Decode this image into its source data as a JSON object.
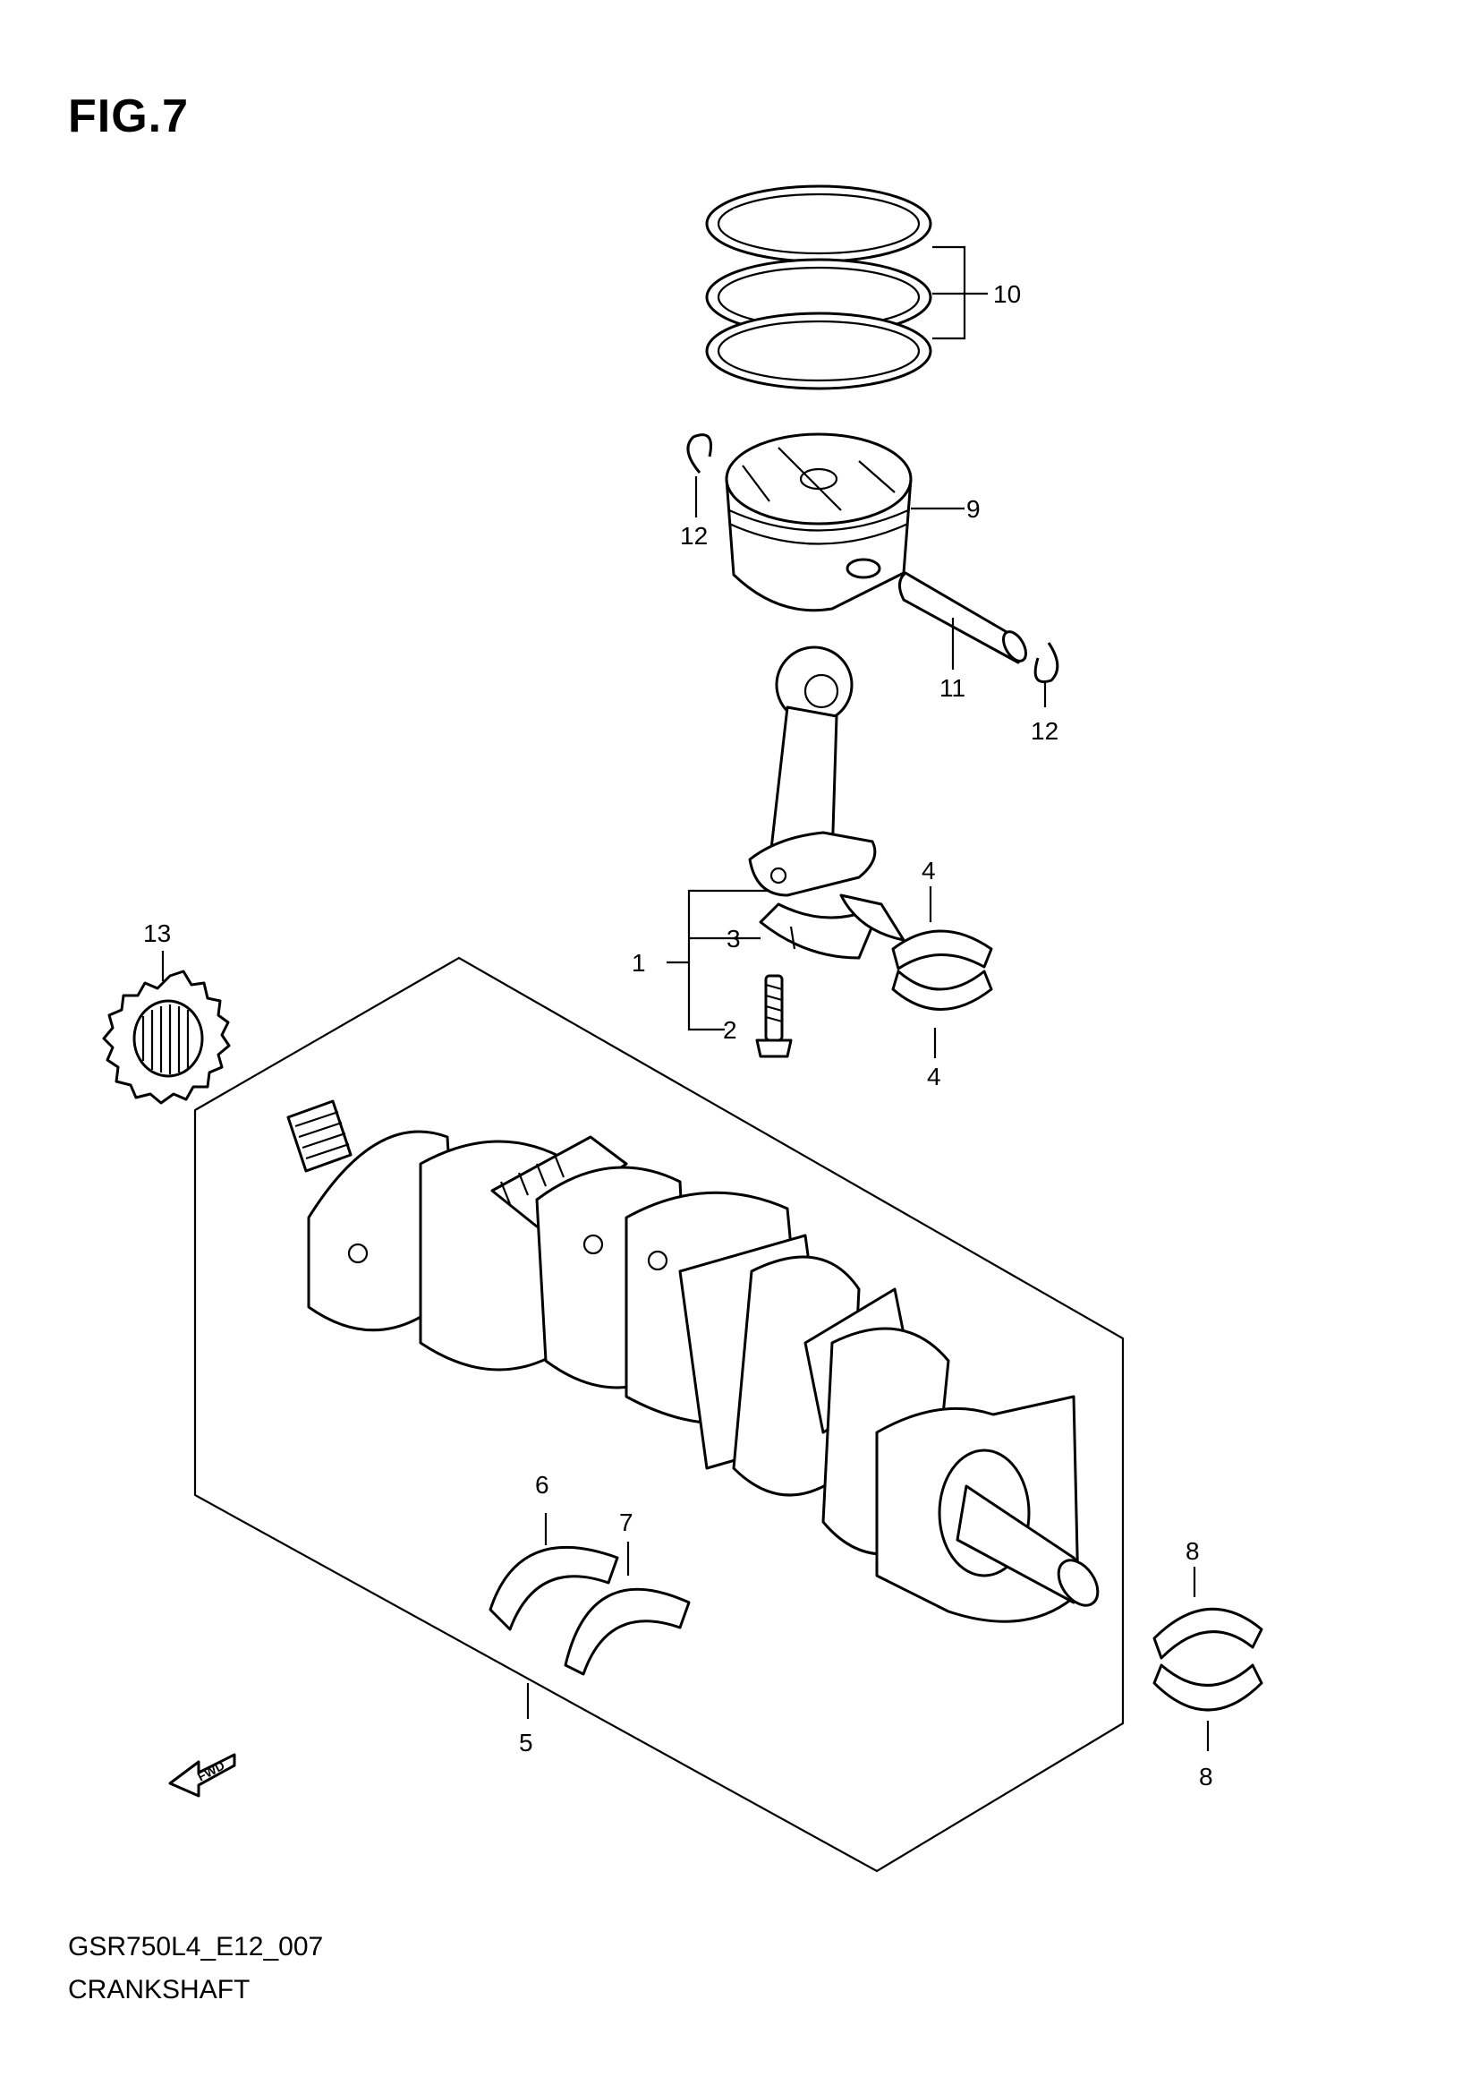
{
  "figure": {
    "title": "FIG.7",
    "code": "GSR750L4_E12_007",
    "name": "CRANKSHAFT"
  },
  "callouts": {
    "c10": "10",
    "c9": "9",
    "c12a": "12",
    "c11": "11",
    "c12b": "12",
    "c4a": "4",
    "c3": "3",
    "c1": "1",
    "c2": "2",
    "c4b": "4",
    "c13": "13",
    "c6": "6",
    "c7": "7",
    "c5": "5",
    "c8a": "8",
    "c8b": "8"
  },
  "fwd_label": "FWD"
}
